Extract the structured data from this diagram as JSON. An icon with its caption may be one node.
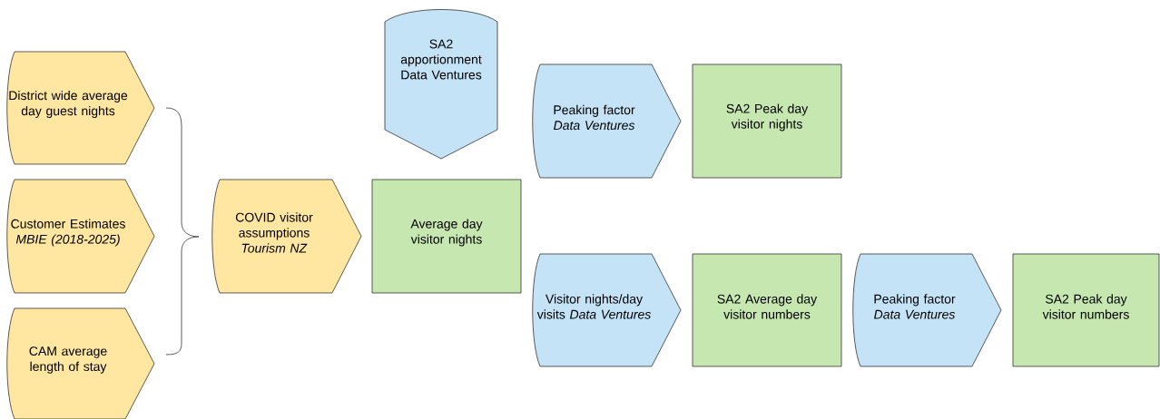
{
  "diagram": {
    "nodes": [
      {
        "text": [
          "District wide average day guest nights"
        ]
      },
      {
        "text": [
          "Customer Estimates *MBIE (2018-2025)*"
        ]
      },
      {
        "text": [
          "CAM average length of stay"
        ]
      },
      {
        "text": [
          "COVID visitor assumptions *Tourism NZ*"
        ]
      },
      {
        "text": [
          "Average day visitor nights"
        ]
      },
      {
        "text": [
          "SA2 apportionment Data Ventures"
        ]
      },
      {
        "text": [
          "Peaking factor *Data Ventures*"
        ]
      },
      {
        "text": [
          "SA2 Peak day visitor nights"
        ]
      },
      {
        "text": [
          "Visitor nights/day visits *Data Ventures*"
        ]
      },
      {
        "text": [
          "SA2 Average day visitor numbers"
        ]
      },
      {
        "text": [
          "Peaking factor *Data Ventures*"
        ]
      },
      {
        "text": [
          "SA2 Peak day visitor numbers"
        ]
      }
    ]
  }
}
